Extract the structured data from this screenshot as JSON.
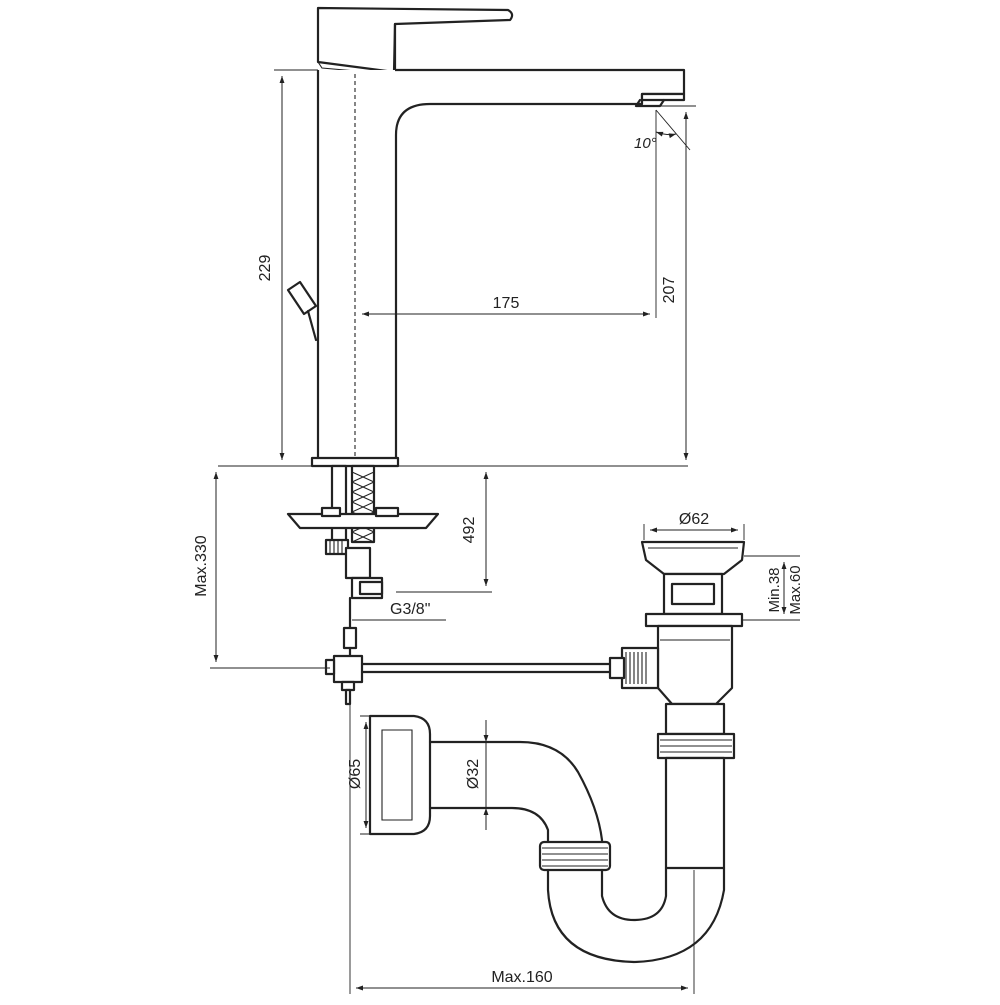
{
  "dimensions": {
    "angle": "10°",
    "height_total": "229",
    "height_spout": "207",
    "reach": "175",
    "hose_length": "492",
    "thread": "G3/8\"",
    "max_below_deck": "Max.330",
    "waste_diameter": "Ø62",
    "min_thickness": "Min.38",
    "max_thickness": "Max.60",
    "wall_flange_diameter": "Ø65",
    "pipe_diameter": "Ø32",
    "max_width": "Max.160"
  }
}
